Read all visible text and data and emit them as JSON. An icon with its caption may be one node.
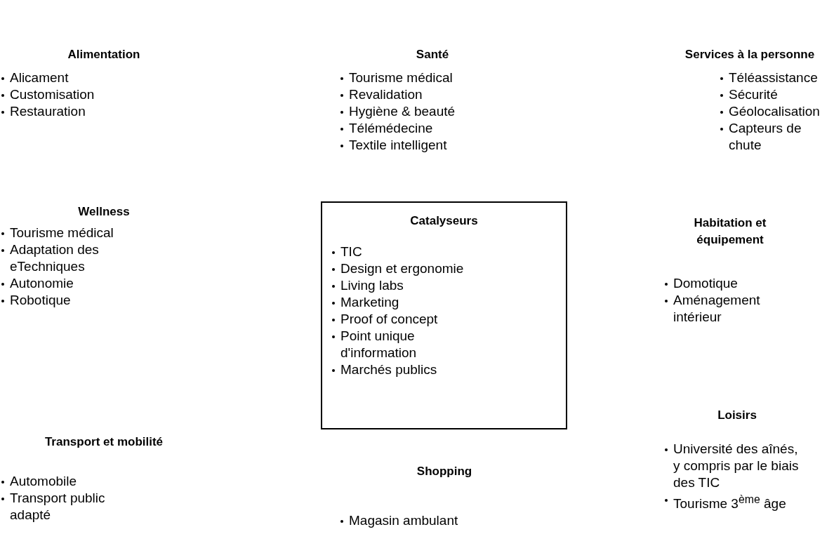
{
  "diagram": {
    "nodes": [
      {
        "text": [
          "Catalyseurs",
          "TIC",
          "Design et ergonomie",
          "Living labs",
          "Marketing",
          "Proof of concept",
          "Point unique d'information",
          "Marchés publics"
        ]
      }
    ],
    "labels": [
      "Alimentation",
      "Alicament",
      "Customisation",
      "Restauration",
      "Santé",
      "Tourisme médical",
      "Revalidation",
      "Hygiène & beauté",
      "Télémédecine",
      "Textile intelligent",
      "Services à la personne",
      "Téléassistance",
      "Sécurité",
      "Géolocalisation",
      "Capteurs de chute",
      "Wellness",
      "Tourisme médical",
      "Adaptation des eTechniques",
      "Autonomie",
      "Robotique",
      "Habitation et équipement",
      "Domotique",
      "Aménagement intérieur",
      "Loisirs",
      "Université des aînés, y compris par le biais des TIC",
      "Tourisme 3$^{ème}$ âge",
      "Transport et mobilité",
      "Automobile",
      "Transport public adapté",
      "Shopping",
      "Magasin ambulant"
    ]
  }
}
